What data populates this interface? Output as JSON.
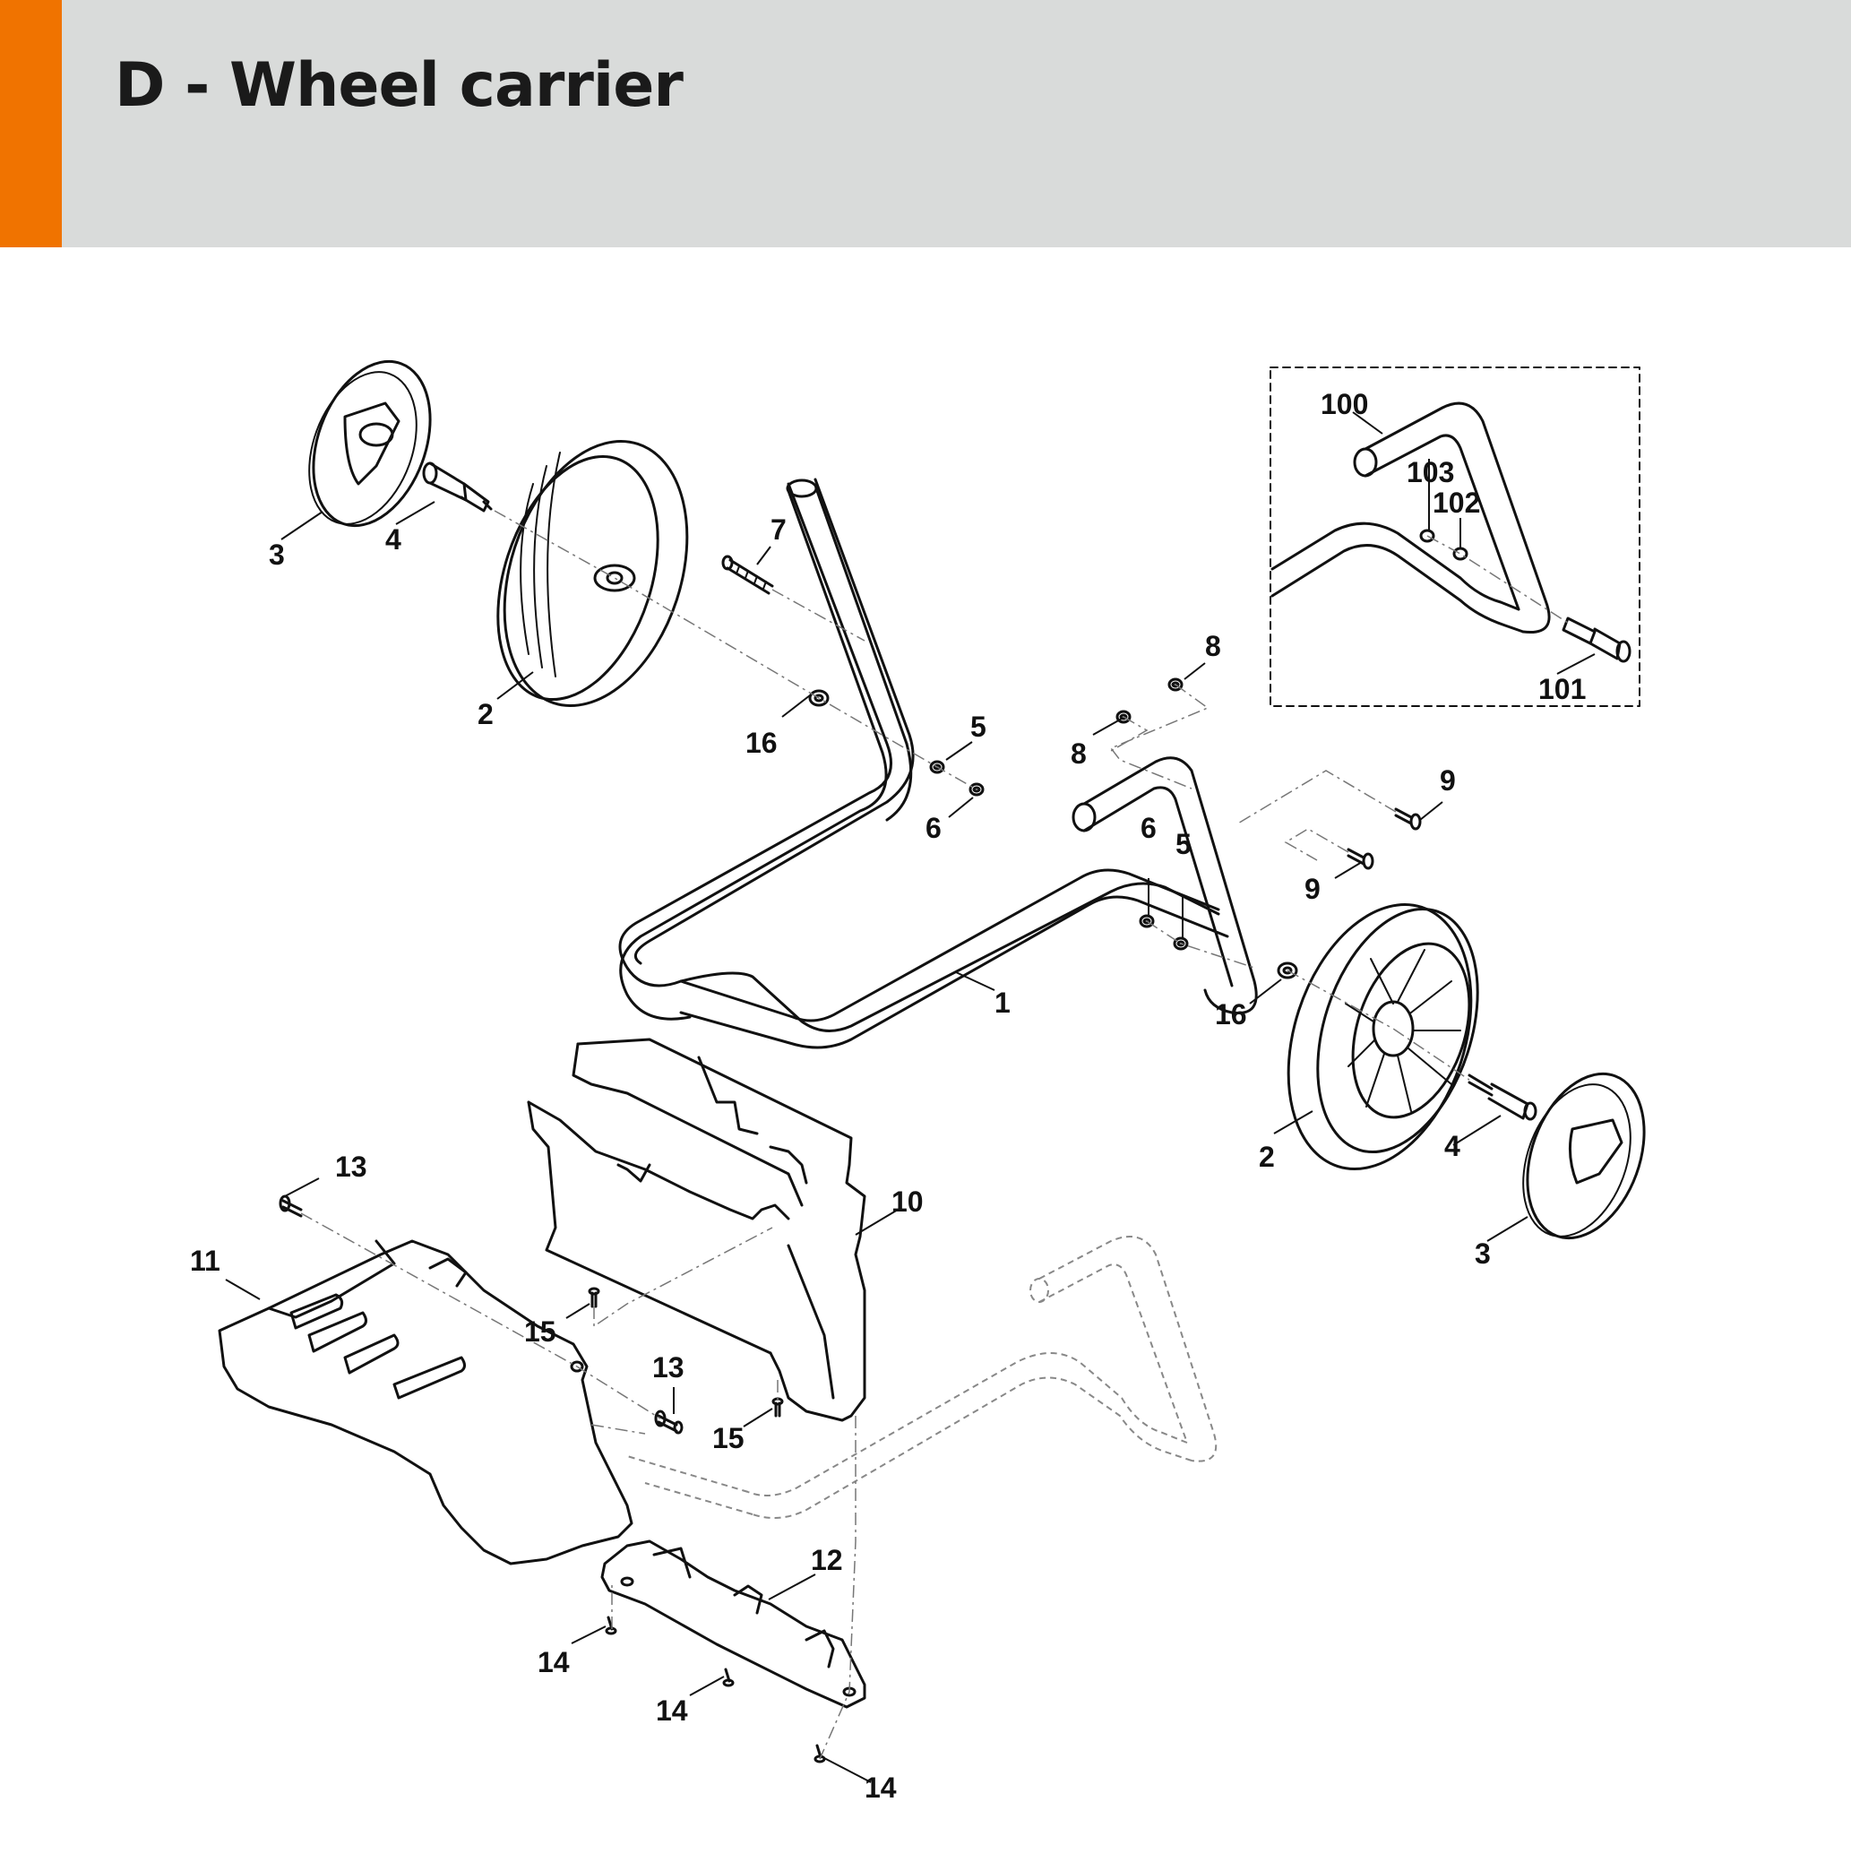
{
  "header": {
    "title": "D - Wheel carrier",
    "accent_color": "#f07300",
    "background_color": "#d9dbda"
  },
  "diagram": {
    "callouts": [
      {
        "id": "c-3a",
        "text": "3"
      },
      {
        "id": "c-4a",
        "text": "4"
      },
      {
        "id": "c-2a",
        "text": "2"
      },
      {
        "id": "c-7",
        "text": "7"
      },
      {
        "id": "c-16a",
        "text": "16"
      },
      {
        "id": "c-5a",
        "text": "5"
      },
      {
        "id": "c-6a",
        "text": "6"
      },
      {
        "id": "c-8a",
        "text": "8"
      },
      {
        "id": "c-8b",
        "text": "8"
      },
      {
        "id": "c-9a",
        "text": "9"
      },
      {
        "id": "c-9b",
        "text": "9"
      },
      {
        "id": "c-6b",
        "text": "6"
      },
      {
        "id": "c-5b",
        "text": "5"
      },
      {
        "id": "c-1",
        "text": "1"
      },
      {
        "id": "c-16b",
        "text": "16"
      },
      {
        "id": "c-2b",
        "text": "2"
      },
      {
        "id": "c-4b",
        "text": "4"
      },
      {
        "id": "c-3b",
        "text": "3"
      },
      {
        "id": "c-100",
        "text": "100"
      },
      {
        "id": "c-103",
        "text": "103"
      },
      {
        "id": "c-102",
        "text": "102"
      },
      {
        "id": "c-101",
        "text": "101"
      },
      {
        "id": "c-13a",
        "text": "13"
      },
      {
        "id": "c-11",
        "text": "11"
      },
      {
        "id": "c-10",
        "text": "10"
      },
      {
        "id": "c-15a",
        "text": "15"
      },
      {
        "id": "c-13b",
        "text": "13"
      },
      {
        "id": "c-15b",
        "text": "15"
      },
      {
        "id": "c-12",
        "text": "12"
      },
      {
        "id": "c-14a",
        "text": "14"
      },
      {
        "id": "c-14b",
        "text": "14"
      },
      {
        "id": "c-14c",
        "text": "14"
      }
    ]
  }
}
